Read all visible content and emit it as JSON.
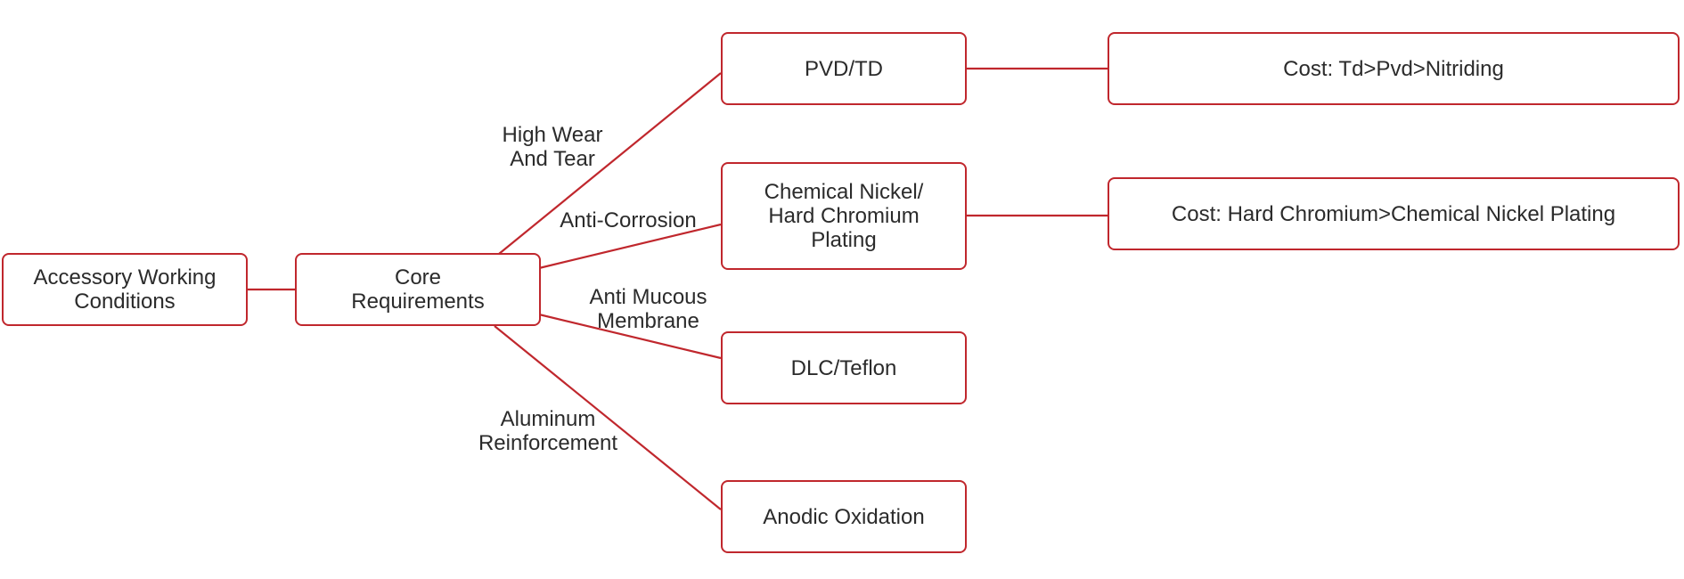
{
  "colors": {
    "accent": "#c0272d",
    "text": "#2b2b2b",
    "background": "#ffffff"
  },
  "nodes": {
    "root": "Accessory Working\nConditions",
    "core": "Core\nRequirements",
    "pvd": "PVD/TD",
    "nickel": "Chemical Nickel/\nHard Chromium\nPlating",
    "dlc": "DLC/Teflon",
    "anodic": "Anodic Oxidation",
    "cost_pvd": "Cost: Td>Pvd>Nitriding",
    "cost_nickel": "Cost: Hard Chromium>Chemical Nickel Plating"
  },
  "edge_labels": {
    "wear": "High Wear\nAnd Tear",
    "corrosion": "Anti-Corrosion",
    "mucous": "Anti Mucous\nMembrane",
    "aluminum": "Aluminum\nReinforcement"
  }
}
